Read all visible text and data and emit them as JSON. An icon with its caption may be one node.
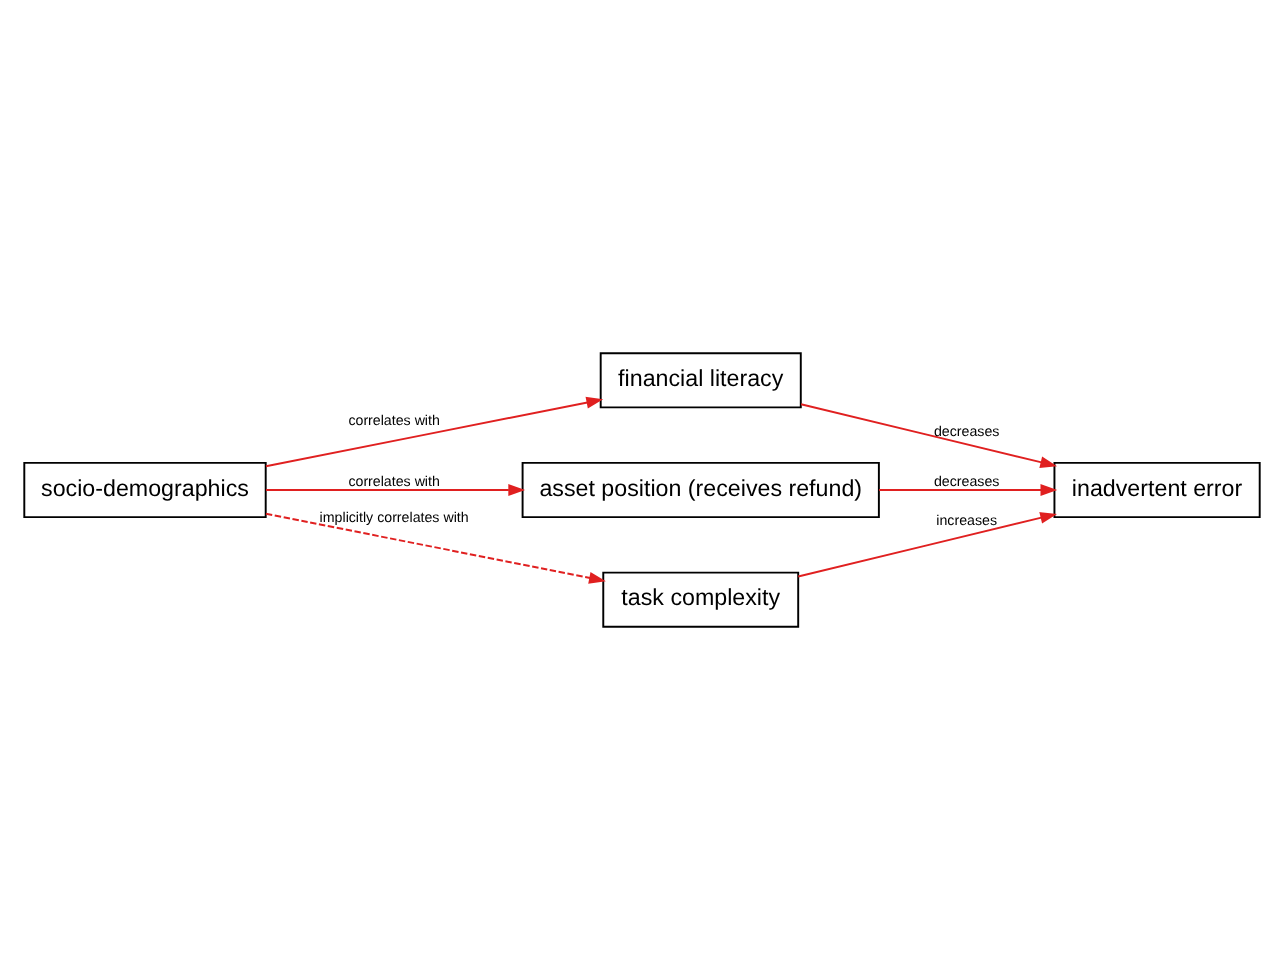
{
  "diagram": {
    "nodes": [
      {
        "text": [
          "financial literacy"
        ]
      },
      {
        "text": [
          "asset position (receives refund)"
        ]
      },
      {
        "text": [
          "socio-demographics"
        ]
      },
      {
        "text": [
          "inadvertent error"
        ]
      },
      {
        "text": [
          "task complexity"
        ]
      }
    ],
    "edges": [
      {
        "from": 2,
        "to": 0,
        "arrow": "to",
        "label": "correlates with"
      },
      {
        "from": 2,
        "to": 1,
        "arrow": "to",
        "label": "correlates with"
      },
      {
        "from": 2,
        "to": 4,
        "arrow": "to",
        "label": "implicitly correlates with",
        "style": "dashed"
      },
      {
        "from": 0,
        "to": 3,
        "arrow": "to",
        "label": "decreases"
      },
      {
        "from": 1,
        "to": 3,
        "arrow": "to",
        "label": "decreases"
      },
      {
        "from": 4,
        "to": 3,
        "arrow": "to",
        "label": "increases"
      }
    ]
  }
}
